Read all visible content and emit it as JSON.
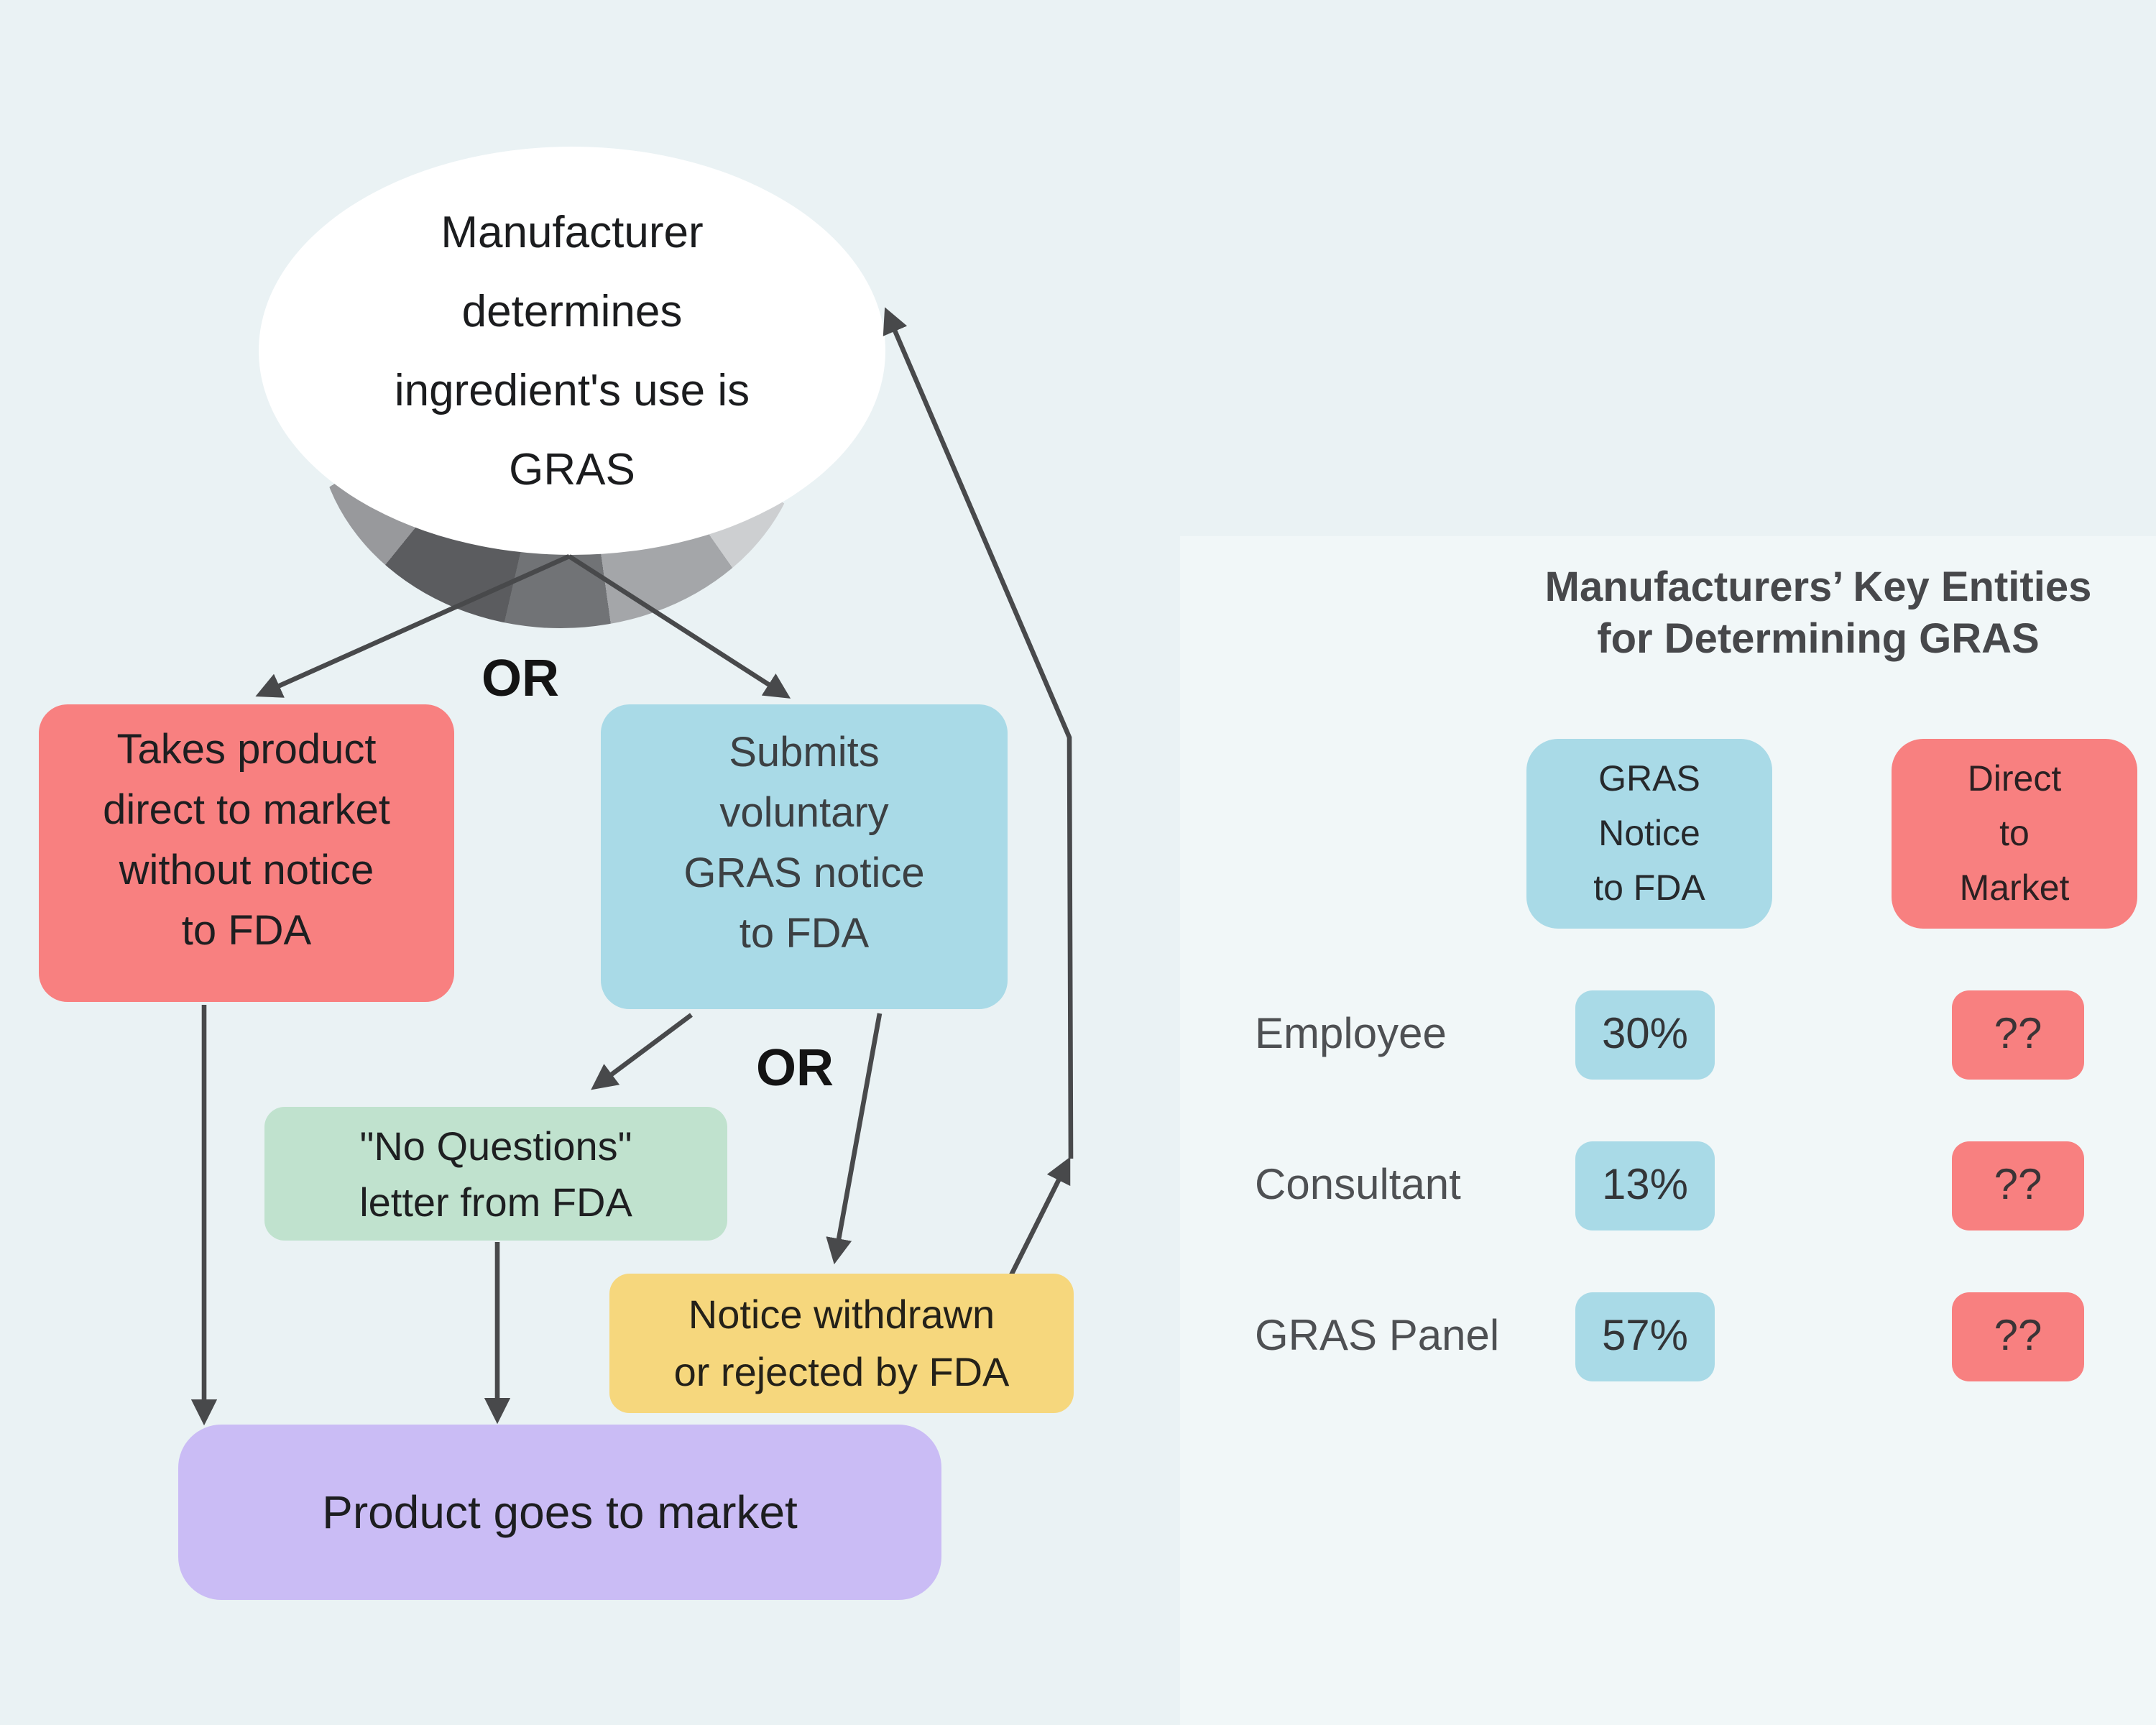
{
  "colors": {
    "background": "#EAF2F4",
    "panel_background": "#F1F7F8",
    "coral": "#F88080",
    "light_blue": "#A9DAE7",
    "green": "#C0E2CE",
    "yellow": "#F6D77D",
    "purple": "#CABCF5",
    "arrow": "#48494B",
    "shadow_grays": [
      "#98999C",
      "#5B5C5F",
      "#717376",
      "#A4A6A9",
      "#CDCFD1"
    ]
  },
  "flowchart": {
    "start_ellipse": {
      "lines": [
        "Manufacturer",
        "determines",
        "ingredient's use is",
        "GRAS"
      ]
    },
    "or_top": "OR",
    "or_middle": "OR",
    "direct_box": {
      "lines": [
        "Takes product",
        "direct to market",
        "without notice",
        "to FDA"
      ]
    },
    "submit_box": {
      "lines": [
        "Submits",
        "voluntary",
        "GRAS notice",
        "to FDA"
      ]
    },
    "no_questions_box": {
      "lines": [
        "\"No Questions\"",
        "letter from FDA"
      ]
    },
    "withdrawn_box": {
      "lines": [
        "Notice withdrawn",
        "or rejected by FDA"
      ]
    },
    "market_box": {
      "text": "Product goes to market"
    }
  },
  "panel": {
    "title_lines": [
      "Manufacturers’ Key Entities",
      "for Determining GRAS"
    ],
    "col_gras_notice": {
      "lines": [
        "GRAS",
        "Notice",
        "to FDA"
      ]
    },
    "col_direct": {
      "lines": [
        "Direct",
        "to",
        "Market"
      ]
    },
    "rows": [
      {
        "label": "Employee",
        "gras_notice": "30%",
        "direct": "??"
      },
      {
        "label": "Consultant",
        "gras_notice": "13%",
        "direct": "??"
      },
      {
        "label": "GRAS Panel",
        "gras_notice": "57%",
        "direct": "??"
      }
    ]
  }
}
